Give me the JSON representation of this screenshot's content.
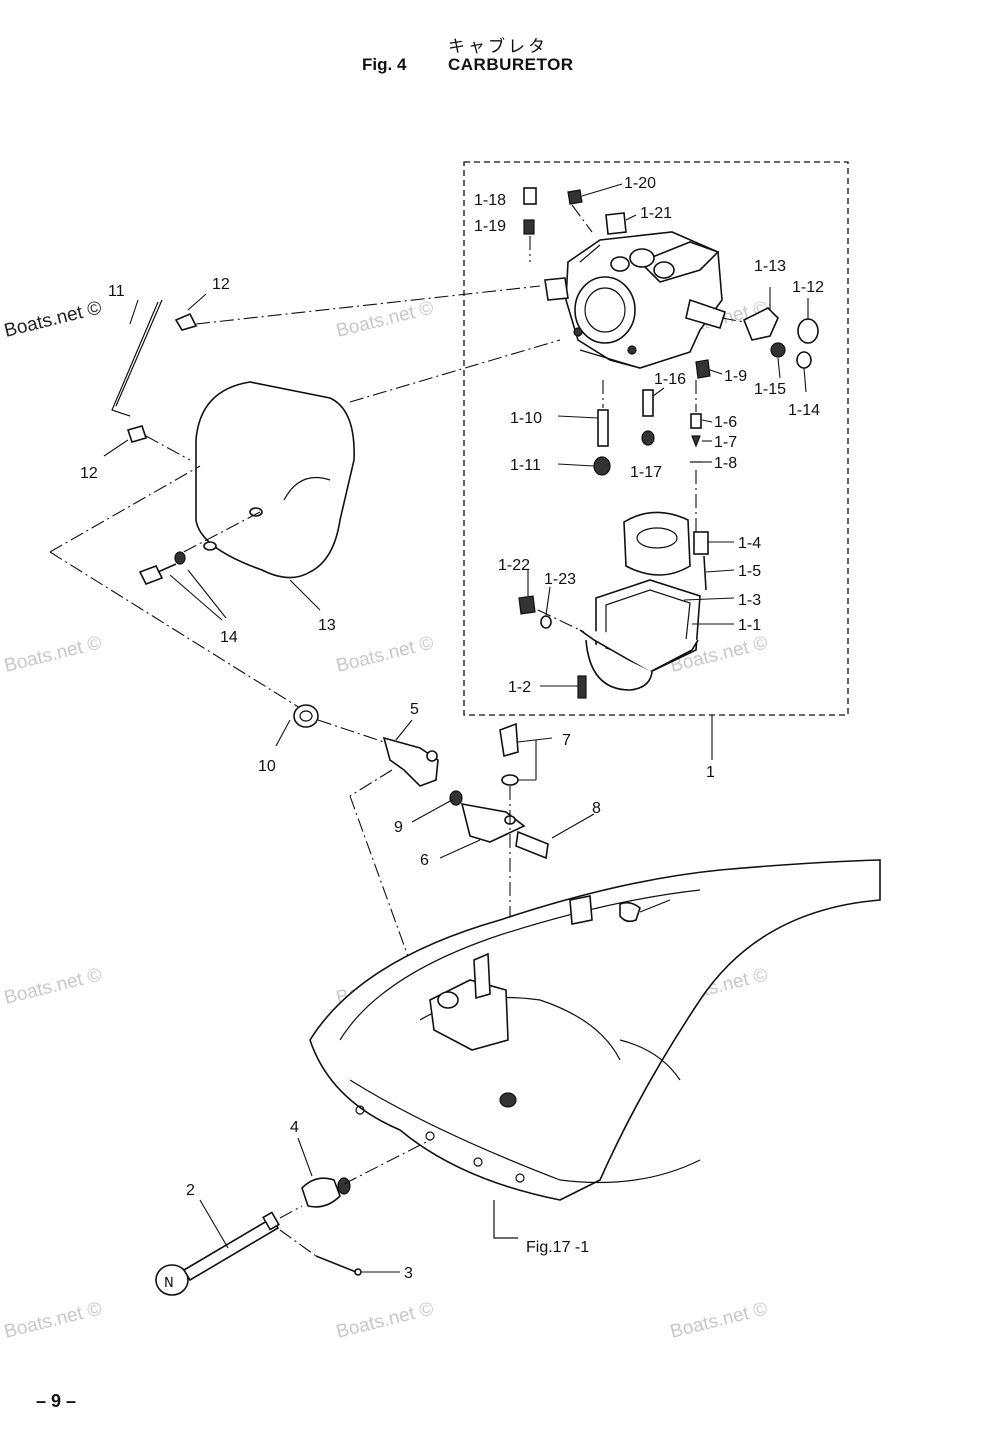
{
  "header": {
    "japanese_title": "キャブレタ",
    "fig_label": "Fig. 4",
    "fig_title": "CARBURETOR"
  },
  "page_number": "– 9 –",
  "watermarks": [
    "Boats.net ©",
    "Boats.net ©",
    "Boats.net ©",
    "Boats.net ©",
    "Boats.net ©",
    "Boats.net ©",
    "Boats.net ©",
    "Boats.net ©",
    "Boats.net ©",
    "Boats.net ©",
    "Boats.net ©",
    "Boats.net ©"
  ],
  "callouts": {
    "c1_20": "1-20",
    "c1_18": "1-18",
    "c1_21": "1-21",
    "c1_19": "1-19",
    "c1_13": "1-13",
    "c1_12": "1-12",
    "c1_9": "1-9",
    "c1_15": "1-15",
    "c1_14": "1-14",
    "c1_16": "1-16",
    "c1_10": "1-10",
    "c1_6": "1-6",
    "c1_7": "1-7",
    "c1_11": "1-11",
    "c1_17": "1-17",
    "c1_8": "1-8",
    "c1_4": "1-4",
    "c1_5": "1-5",
    "c1_22": "1-22",
    "c1_23": "1-23",
    "c1_3": "1-3",
    "c1_1": "1-1",
    "c1_2": "1-2",
    "c1": "1",
    "c2": "2",
    "c3": "3",
    "c4": "4",
    "c5": "5",
    "c6": "6",
    "c7": "7",
    "c8": "8",
    "c9": "9",
    "c10": "10",
    "c11": "11",
    "c12a": "12",
    "c12b": "12",
    "c13": "13",
    "c14": "14",
    "fig17": "Fig.17 -1"
  }
}
